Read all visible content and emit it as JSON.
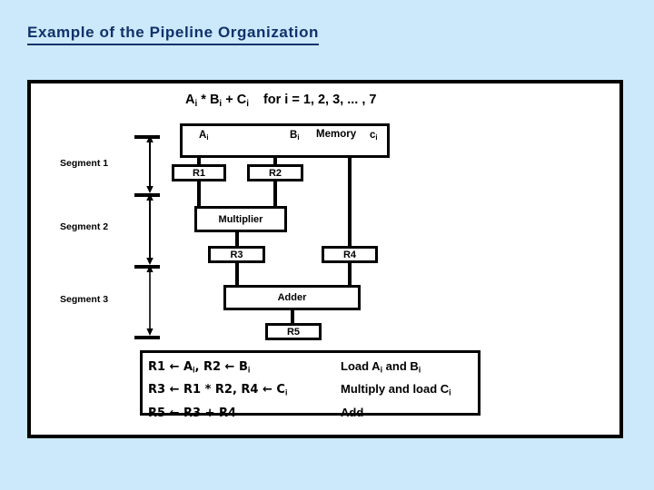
{
  "slide": {
    "title": "Example of the Pipeline Organization",
    "title_color": "#10316b",
    "background_color": "#cbe9fb",
    "panel_background": "#ffffff",
    "line_color": "#000000"
  },
  "formula": {
    "expression_a": "A",
    "expression_a_sub": "i",
    "op1": " * ",
    "expression_b": "B",
    "expression_b_sub": "i",
    "op2": " + ",
    "expression_c": "C",
    "expression_c_sub": "i",
    "range_text": "for i = 1, 2, 3, ... , 7"
  },
  "memory": {
    "title": "Memory",
    "input_a": "A",
    "input_a_sub": "i",
    "input_b": "B",
    "input_b_sub": "i",
    "input_c": "c",
    "input_c_sub": "i"
  },
  "registers": {
    "r1": "R1",
    "r2": "R2",
    "r3": "R3",
    "r4": "R4",
    "r5": "R5"
  },
  "units": {
    "multiplier": "Multiplier",
    "adder": "Adder"
  },
  "segments": [
    {
      "label": "Segment 1"
    },
    {
      "label": "Segment 2"
    },
    {
      "label": "Segment 3"
    }
  ],
  "instructions": {
    "rows": [
      {
        "operation_prefix": "R1 ",
        "operation": "R1 ← A",
        "left_text": "R1 ← A",
        "left_sub1": "i",
        "left_mid": ",  R2 ← B",
        "left_sub2": "i",
        "left_tail": "",
        "right_text": "Load A",
        "right_sub1": "i",
        "right_mid": " and B",
        "right_sub2": "i",
        "right_tail": ""
      },
      {
        "left_text": "R3 ← R1 * R2,  R4 ← C",
        "left_sub1": "i",
        "left_mid": "",
        "left_sub2": "",
        "left_tail": "",
        "right_text": "Multiply and load C",
        "right_sub1": "i",
        "right_mid": "",
        "right_sub2": "",
        "right_tail": ""
      },
      {
        "left_text": "R5 ← R3 + R4",
        "left_sub1": "",
        "left_mid": "",
        "left_sub2": "",
        "left_tail": "",
        "right_text": "Add",
        "right_sub1": "",
        "right_mid": "",
        "right_sub2": "",
        "right_tail": ""
      }
    ]
  }
}
